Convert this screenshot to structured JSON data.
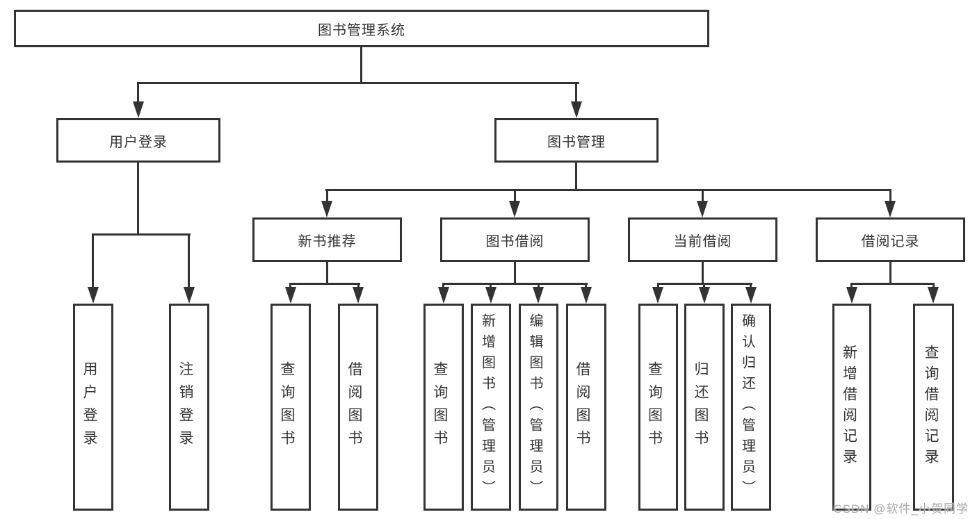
{
  "nodes": {
    "root": {
      "label": "图书管理系统"
    },
    "user_login": {
      "label": "用户登录"
    },
    "book_mgmt": {
      "label": "图书管理"
    },
    "new_book_rec": {
      "label": "新书推荐"
    },
    "book_borrow": {
      "label": "图书借阅"
    },
    "current_borrow": {
      "label": "当前借阅"
    },
    "borrow_records": {
      "label": "借阅记录"
    },
    "login_leaf": {
      "label": "用户登录"
    },
    "logout_leaf": {
      "label": "注销登录"
    },
    "nbr_query": {
      "label": "查询图书"
    },
    "nbr_borrow": {
      "label": "借阅图书"
    },
    "bb_query": {
      "label": "查询图书"
    },
    "bb_add": {
      "label": "新增图书（管理员）"
    },
    "bb_edit": {
      "label": "编辑图书（管理员）"
    },
    "bb_borrow": {
      "label": "借阅图书"
    },
    "cb_query": {
      "label": "查询图书"
    },
    "cb_return": {
      "label": "归还图书"
    },
    "cb_confirm": {
      "label": "确认归还（管理员）"
    },
    "br_add": {
      "label": "新增借阅记录"
    },
    "br_query": {
      "label": "查询借阅记录"
    }
  },
  "watermark": "CSDN @软件_小贺同学",
  "colors": {
    "line": "#333333",
    "text": "#333333",
    "background": "#ffffff",
    "watermark": "#a8a8a8"
  }
}
